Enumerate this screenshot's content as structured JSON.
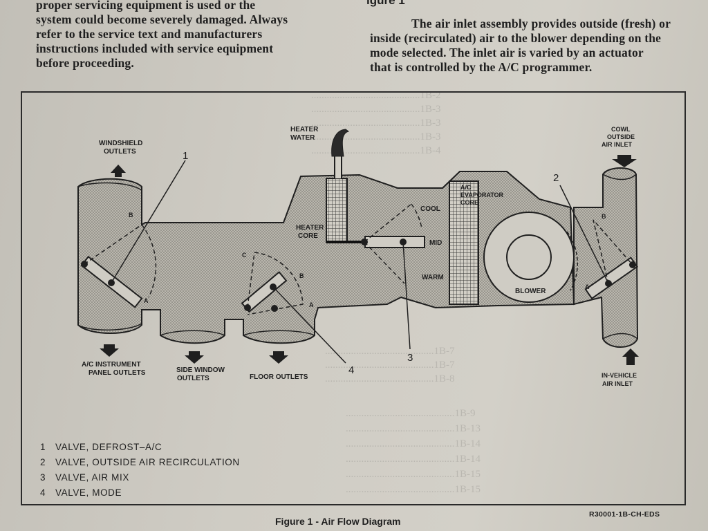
{
  "left_paragraph": {
    "lines": [
      "proper servicing equipment is used or the",
      "system could become severely damaged. Always",
      "refer to the service text and manufacturers",
      "instructions included with service equipment",
      "before proceeding."
    ]
  },
  "right_heading_fragment": "igure 1",
  "right_paragraph": {
    "lines": [
      "The air inlet assembly provides outside (fresh) or",
      "inside (recirculated) air to the blower depending on the",
      "mode selected. The inlet air is varied by an actuator",
      "that is controlled by the A/C programmer."
    ]
  },
  "diagram": {
    "labels": {
      "windshield": [
        "WINDSHIELD",
        "OUTLETS"
      ],
      "heater_water": [
        "HEATER",
        "WATER"
      ],
      "cowl": [
        "COWL",
        "OUTSIDE",
        "AIR INLET"
      ],
      "evaporator": [
        "A/C",
        "EVAPORATOR",
        "CORE"
      ],
      "heater_core": [
        "HEATER",
        "CORE"
      ],
      "cool": "COOL",
      "mid": "MID",
      "warm": "WARM",
      "blower": "BLOWER",
      "instrument_panel": [
        "A/C INSTRUMENT",
        "PANEL OUTLETS"
      ],
      "side_window": [
        "SIDE WINDOW",
        "OUTLETS"
      ],
      "floor": "FLOOR OUTLETS",
      "in_vehicle": [
        "IN-VEHICLE",
        "AIR INLET"
      ],
      "callout_1": "1",
      "callout_2": "2",
      "callout_3": "3",
      "callout_4": "4",
      "pos_a1": "A",
      "pos_b1": "B",
      "pos_a4": "A",
      "pos_b4": "B",
      "pos_c4": "C",
      "pos_a2": "A",
      "pos_b2": "B"
    }
  },
  "legend": [
    {
      "num": "1",
      "text": "VALVE, DEFROST–A/C"
    },
    {
      "num": "2",
      "text": "VALVE, OUTSIDE AIR RECIRCULATION"
    },
    {
      "num": "3",
      "text": "VALVE, AIR MIX"
    },
    {
      "num": "4",
      "text": "VALVE, MODE"
    }
  ],
  "caption": "Figure 1 - Air Flow Diagram",
  "reference_code": "R30001-1B-CH-EDS"
}
